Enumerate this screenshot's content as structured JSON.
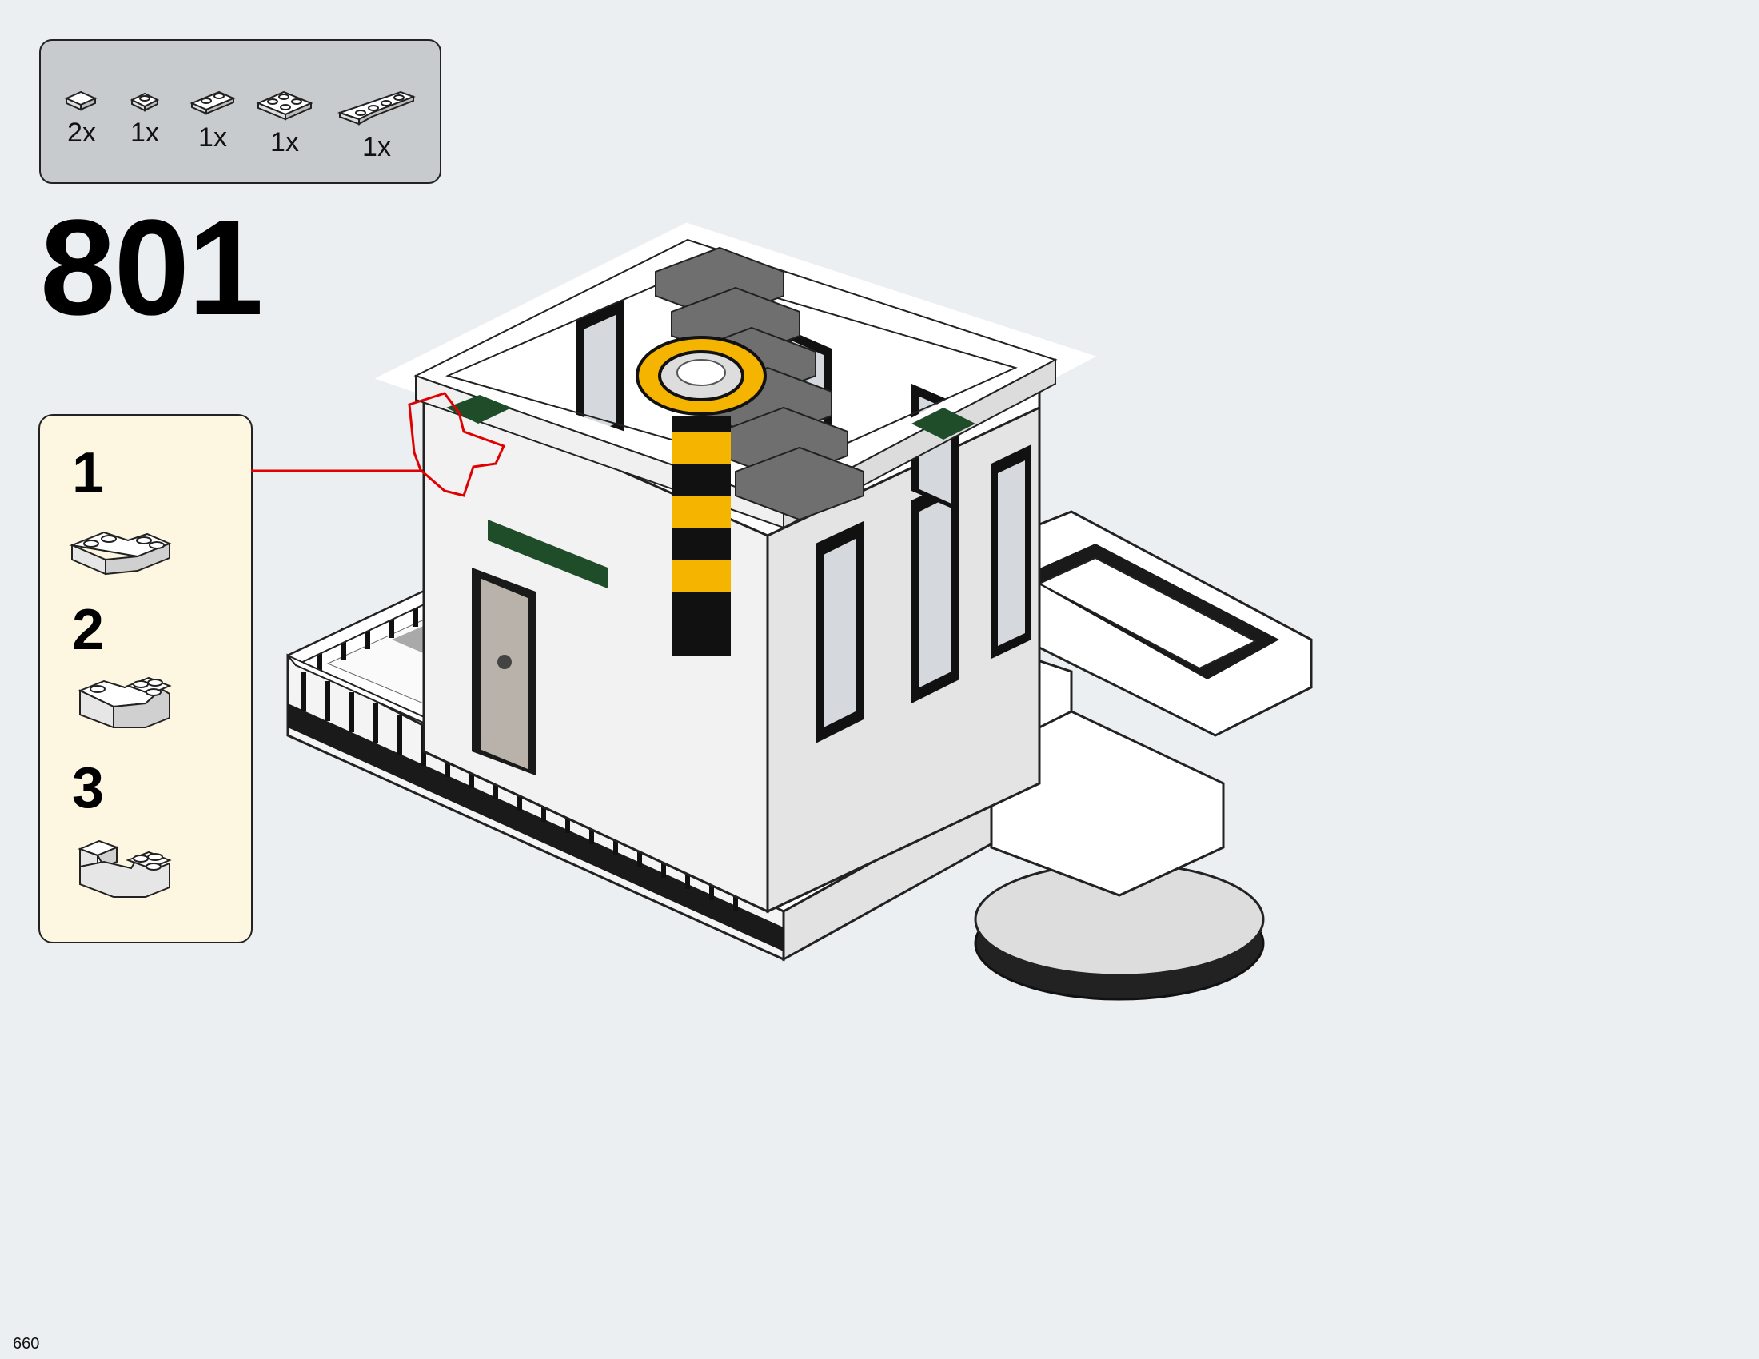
{
  "parts_list": [
    {
      "qty": "2x",
      "icon": "tile-1x1-white"
    },
    {
      "qty": "1x",
      "icon": "plate-1x1-white"
    },
    {
      "qty": "1x",
      "icon": "plate-1x2-white"
    },
    {
      "qty": "1x",
      "icon": "plate-2x2-white"
    },
    {
      "qty": "1x",
      "icon": "plate-2x4-wedge-white"
    }
  ],
  "step": {
    "number": "801"
  },
  "substeps": [
    {
      "label": "1"
    },
    {
      "label": "2"
    },
    {
      "label": "3"
    }
  ],
  "colors": {
    "background": "#ebeff2",
    "parts_box": "#c8cbce",
    "substep_box": "#fdf6e1",
    "callout": "#e00000"
  },
  "page": {
    "number": "660"
  }
}
